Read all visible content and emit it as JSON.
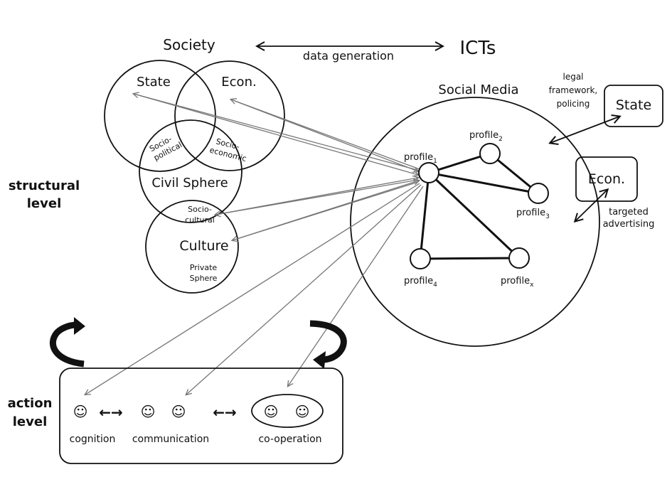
{
  "top": {
    "society_label": "Society",
    "icts_label": "ICTs",
    "data_generation_label": "data generation"
  },
  "levels": {
    "structural_line1": "structural",
    "structural_line2": "level",
    "action_line1": "action",
    "action_line2": "level"
  },
  "society_spheres": {
    "state": "State",
    "economy": "Econ.",
    "civil_sphere": "Civil Sphere",
    "culture": "Culture",
    "private_sphere_line1": "Private",
    "private_sphere_line2": "Sphere",
    "socio_political_line1": "Socio-",
    "socio_political_line2": "political",
    "socio_economic_line1": "Socio-",
    "socio_economic_line2": "economic",
    "socio_cultural_line1": "Socio-",
    "socio_cultural_line2": "cultural"
  },
  "social_media": {
    "title": "Social Media",
    "profile_base": "profile",
    "profiles": [
      {
        "label": "profile",
        "sub": "1"
      },
      {
        "label": "profile",
        "sub": "2"
      },
      {
        "label": "profile",
        "sub": "3"
      },
      {
        "label": "profile",
        "sub": "4"
      },
      {
        "label": "profile",
        "sub": "x"
      }
    ]
  },
  "external": {
    "state_box": "State",
    "econ_box": "Econ.",
    "legal_line1": "legal",
    "legal_line2": "framework,",
    "legal_line3": "policing",
    "targeted_line1": "targeted",
    "targeted_line2": "advertising"
  },
  "actions": {
    "smiley_glyph": "☺",
    "double_arrow": "←→",
    "cognition": "cognition",
    "communication": "communication",
    "cooperation": "co-operation"
  }
}
